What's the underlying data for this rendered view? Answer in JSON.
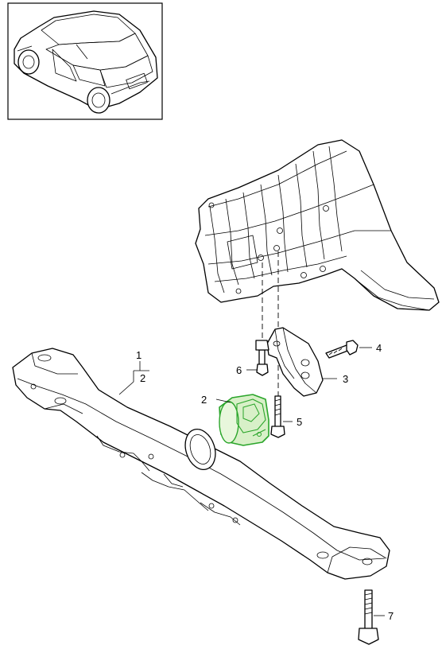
{
  "thumbnail": {
    "icon": "vehicle-suv-thumbnail"
  },
  "callouts": [
    {
      "number": "1",
      "ref": "crossmember"
    },
    {
      "number": "2",
      "ref": "transmission-mount-upper"
    },
    {
      "number": "2",
      "ref": "transmission-mount"
    },
    {
      "number": "3",
      "ref": "bracket"
    },
    {
      "number": "4",
      "ref": "bolt-bracket"
    },
    {
      "number": "5",
      "ref": "bolt-mount"
    },
    {
      "number": "6",
      "ref": "bolt-small"
    },
    {
      "number": "7",
      "ref": "bolt-crossmember"
    }
  ],
  "colors": {
    "line": "#000000",
    "background": "#ffffff",
    "highlight": "#2aa52a",
    "highlight_fill": "#d8f0c8"
  }
}
